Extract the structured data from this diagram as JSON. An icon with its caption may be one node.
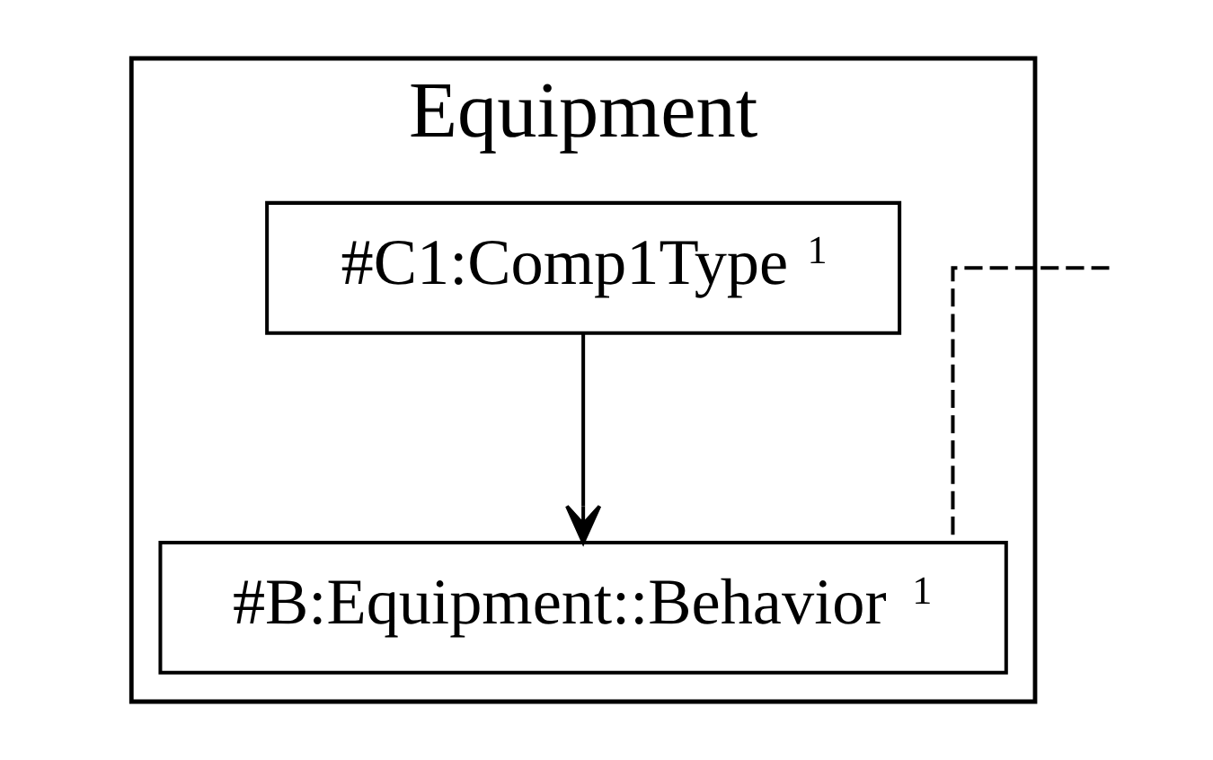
{
  "diagram": {
    "nodes": [
      {
        "text": [
          "Equipment"
        ]
      },
      {
        "text": [
          "#B:Equipment::Behavior",
          "1"
        ],
        "in": 0
      },
      {
        "text": [
          "#C1:Comp1Type",
          "1"
        ],
        "in": 0
      }
    ],
    "edges": [
      {
        "from": null,
        "to": 1,
        "arrow": "none",
        "style": "dashed"
      },
      {
        "from": 2,
        "to": 1,
        "arrow": "to"
      }
    ]
  }
}
